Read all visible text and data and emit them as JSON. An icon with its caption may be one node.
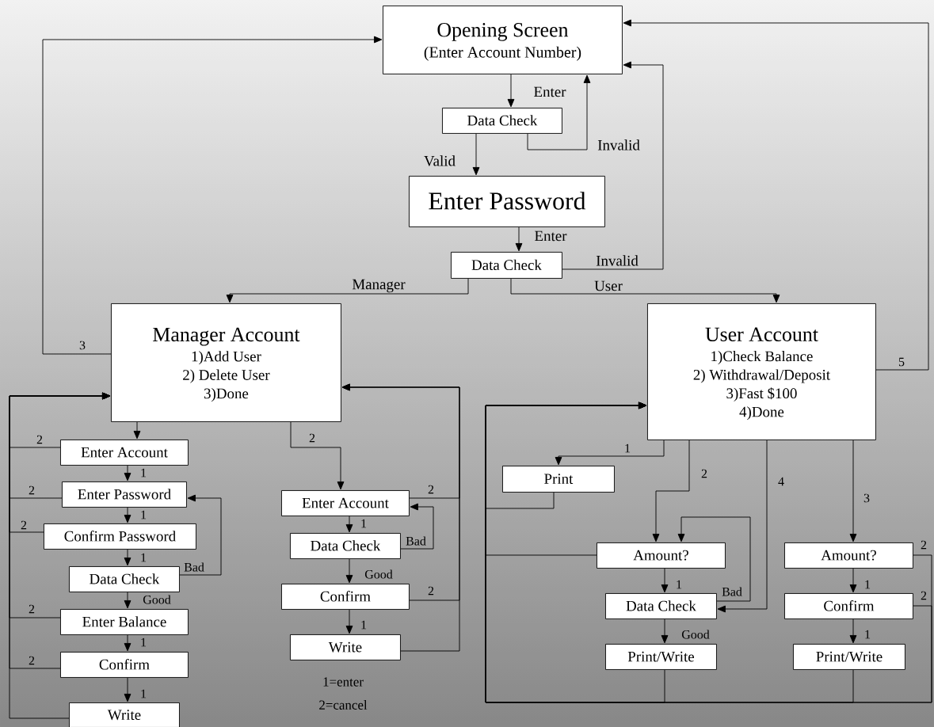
{
  "diagram": {
    "nodes": [
      {
        "text": [
          "Opening Screen",
          "(Enter Account Number)"
        ]
      },
      {
        "text": [
          "Data Check"
        ]
      },
      {
        "text": [
          "Enter Password"
        ]
      },
      {
        "text": [
          "Data Check"
        ]
      },
      {
        "text": [
          "Manager Account",
          "1)Add User",
          "2) Delete User",
          "3)Done"
        ]
      },
      {
        "text": [
          "User Account",
          "1)Check Balance",
          "2) Withdrawal/Deposit",
          "3)Fast $100",
          "4)Done"
        ]
      },
      {
        "text": [
          "Enter Account"
        ]
      },
      {
        "text": [
          "Enter Password"
        ]
      },
      {
        "text": [
          "Confirm Password"
        ]
      },
      {
        "text": [
          "Data Check"
        ]
      },
      {
        "text": [
          "Enter Balance"
        ]
      },
      {
        "text": [
          "Confirm"
        ]
      },
      {
        "text": [
          "Write"
        ]
      },
      {
        "text": [
          "Enter Account"
        ]
      },
      {
        "text": [
          "Data Check"
        ]
      },
      {
        "text": [
          "Confirm"
        ]
      },
      {
        "text": [
          "Write"
        ]
      },
      {
        "text": [
          "Print"
        ]
      },
      {
        "text": [
          "Amount?"
        ]
      },
      {
        "text": [
          "Data Check"
        ]
      },
      {
        "text": [
          "Print/Write"
        ]
      },
      {
        "text": [
          "Amount?"
        ]
      },
      {
        "text": [
          "Confirm"
        ]
      },
      {
        "text": [
          "Print/Write"
        ]
      }
    ],
    "edges": [
      {
        "from": 0,
        "to": 1,
        "arrow": "to",
        "label": "Enter"
      },
      {
        "from": 1,
        "to": 0,
        "arrow": "to",
        "label": "Invalid"
      },
      {
        "from": 1,
        "to": 2,
        "arrow": "to",
        "label": "Valid"
      },
      {
        "from": 2,
        "to": 3,
        "arrow": "to",
        "label": "Enter"
      },
      {
        "from": 3,
        "to": 0,
        "arrow": "to",
        "label": "Invalid"
      },
      {
        "from": 3,
        "to": 4,
        "arrow": "to",
        "label": "Manager"
      },
      {
        "from": 3,
        "to": 5,
        "arrow": "to",
        "label": "User"
      },
      {
        "from": 4,
        "to": 0,
        "arrow": "to",
        "label": "3"
      },
      {
        "from": 5,
        "to": 0,
        "arrow": "to",
        "label": "5"
      },
      {
        "from": 4,
        "to": 6,
        "arrow": "to"
      },
      {
        "from": 6,
        "to": 7,
        "arrow": "to",
        "label": "1"
      },
      {
        "from": 7,
        "to": 8,
        "arrow": "to",
        "label": "1"
      },
      {
        "from": 8,
        "to": 9,
        "arrow": "to",
        "label": "1"
      },
      {
        "from": 9,
        "to": 10,
        "arrow": "to",
        "label": "Good"
      },
      {
        "from": 10,
        "to": 11,
        "arrow": "to",
        "label": "1"
      },
      {
        "from": 11,
        "to": 12,
        "arrow": "to",
        "label": "1"
      },
      {
        "from": 9,
        "to": 7,
        "arrow": "to",
        "label": "Bad"
      },
      {
        "from": 6,
        "to": 4,
        "arrow": "to",
        "label": "2"
      },
      {
        "from": 7,
        "to": 4,
        "arrow": "to",
        "label": "2"
      },
      {
        "from": 8,
        "to": 4,
        "arrow": "to",
        "label": "2"
      },
      {
        "from": 10,
        "to": 4,
        "arrow": "to",
        "label": "2"
      },
      {
        "from": 11,
        "to": 4,
        "arrow": "to",
        "label": "2"
      },
      {
        "from": 12,
        "to": 4,
        "arrow": "to"
      },
      {
        "from": 4,
        "to": 13,
        "arrow": "to",
        "label": "2"
      },
      {
        "from": 13,
        "to": 14,
        "arrow": "to",
        "label": "1"
      },
      {
        "from": 14,
        "to": 15,
        "arrow": "to",
        "label": "Good"
      },
      {
        "from": 15,
        "to": 16,
        "arrow": "to",
        "label": "1"
      },
      {
        "from": 14,
        "to": 13,
        "arrow": "to",
        "label": "Bad"
      },
      {
        "from": 13,
        "to": 4,
        "arrow": "to",
        "label": "2"
      },
      {
        "from": 15,
        "to": 4,
        "arrow": "to",
        "label": "2"
      },
      {
        "from": 16,
        "to": 4,
        "arrow": "to"
      },
      {
        "from": 5,
        "to": 17,
        "arrow": "to",
        "label": "1"
      },
      {
        "from": 5,
        "to": 18,
        "arrow": "to",
        "label": "2"
      },
      {
        "from": 5,
        "to": 19,
        "arrow": "to",
        "label": "4"
      },
      {
        "from": 5,
        "to": 21,
        "arrow": "to",
        "label": "3"
      },
      {
        "from": 18,
        "to": 19,
        "arrow": "to",
        "label": "1"
      },
      {
        "from": 19,
        "to": 20,
        "arrow": "to",
        "label": "Good"
      },
      {
        "from": 19,
        "to": 18,
        "arrow": "to",
        "label": "Bad"
      },
      {
        "from": 21,
        "to": 22,
        "arrow": "to",
        "label": "1"
      },
      {
        "from": 22,
        "to": 23,
        "arrow": "to",
        "label": "1"
      },
      {
        "from": 17,
        "to": 5,
        "arrow": "to"
      },
      {
        "from": 18,
        "to": 5,
        "arrow": "to"
      },
      {
        "from": 20,
        "to": 5,
        "arrow": "to"
      },
      {
        "from": 23,
        "to": 5,
        "arrow": "to"
      },
      {
        "from": 21,
        "to": 5,
        "arrow": "to",
        "label": "2"
      },
      {
        "from": 22,
        "to": 5,
        "arrow": "to",
        "label": "2"
      }
    ],
    "labels": [
      "1=enter",
      "2=cancel"
    ]
  }
}
